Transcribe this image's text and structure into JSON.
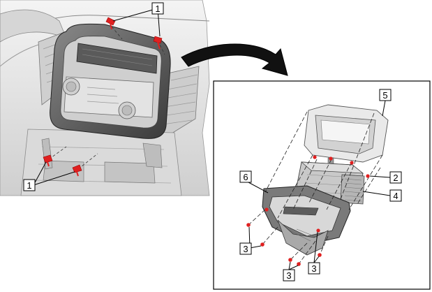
{
  "callouts": {
    "c1_top": "1",
    "c1_bottom": "1",
    "c2": "2",
    "c3_left": "3",
    "c3_mid": "3",
    "c3_right": "3",
    "c4": "4",
    "c5": "5",
    "c6": "6"
  },
  "colors": {
    "screw": "#e02020",
    "line": "#222222",
    "shade_light": "#e8e8e8",
    "shade_mid": "#bdbdbd",
    "shade_dark": "#555555"
  }
}
